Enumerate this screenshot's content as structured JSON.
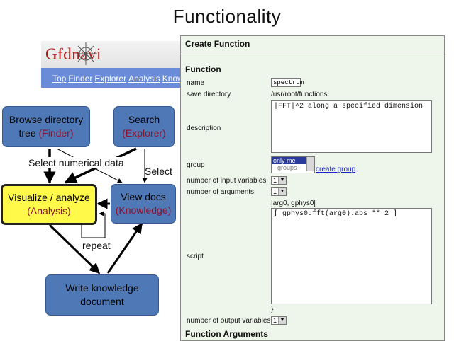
{
  "slide": {
    "title": "Functionality"
  },
  "banner": {
    "logo": "Gfdnavi",
    "nav": [
      "Top",
      "Finder",
      "Explorer",
      "Analysis",
      "Knowl"
    ]
  },
  "diagram": {
    "boxes": {
      "browse": {
        "line1": "Browse directory",
        "line2": "tree ",
        "sub": "(Finder)"
      },
      "search": {
        "line1": "Search",
        "sub": "(Explorer)"
      },
      "visualize": {
        "line1": "Visualize / analyze",
        "sub": "(Analysis)"
      },
      "viewdocs": {
        "line1": "View docs",
        "sub": "(Knowledge)"
      },
      "write": {
        "line1": "Write knowledge",
        "line2": "document"
      }
    },
    "labels": {
      "select_data": "Select numerical data",
      "select": "Select",
      "repeat": "repeat"
    }
  },
  "form": {
    "title": "Create Function",
    "section_function": "Function",
    "name_label": "name",
    "name_value": "spectrum",
    "save_dir_label": "save directory",
    "save_dir_value": "/usr/root/functions",
    "description_label": "description",
    "description_value": "|FFT|^2 along a specified dimension",
    "group_label": "group",
    "group_options": [
      "only me",
      "--groups--"
    ],
    "create_group": "create group",
    "num_inputs_label": "number of input variables",
    "num_inputs_value": "1",
    "num_args_label": "number of arguments",
    "num_args_value": "1",
    "script_header": "|arg0, gphys0|",
    "script_label": "script",
    "script_value": "[ gphys0.fft(arg0).abs ** 2 ]",
    "script_footer": "}",
    "num_outputs_label": "number of output variables",
    "num_outputs_value": "1",
    "section_arguments": "Function Arguments"
  },
  "colors": {
    "box_blue": "#4f78b6",
    "box_yellow": "#fff94a",
    "sub_text": "#8b1430",
    "nav_bar": "#6a8cd8",
    "panel_bg": "#eef5ea",
    "link": "#1a22c8"
  }
}
